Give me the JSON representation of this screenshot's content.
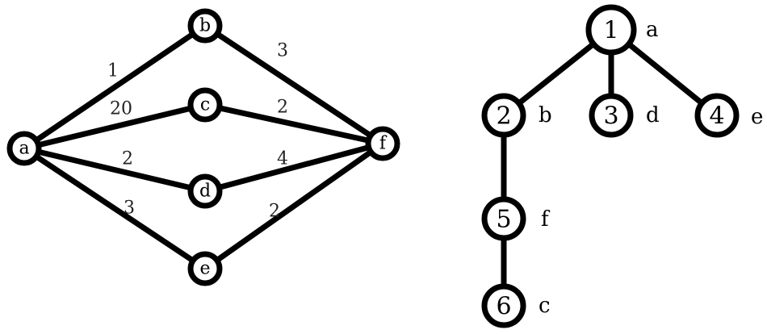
{
  "graph": {
    "nodes": [
      {
        "id": "a",
        "label": "a"
      },
      {
        "id": "b",
        "label": "b"
      },
      {
        "id": "c",
        "label": "c"
      },
      {
        "id": "d",
        "label": "d"
      },
      {
        "id": "e",
        "label": "e"
      },
      {
        "id": "f",
        "label": "f"
      }
    ],
    "edges": [
      {
        "from": "a",
        "to": "b",
        "weight": "1"
      },
      {
        "from": "a",
        "to": "c",
        "weight": "20"
      },
      {
        "from": "a",
        "to": "d",
        "weight": "2"
      },
      {
        "from": "a",
        "to": "e",
        "weight": "3"
      },
      {
        "from": "b",
        "to": "f",
        "weight": "3"
      },
      {
        "from": "c",
        "to": "f",
        "weight": "2"
      },
      {
        "from": "d",
        "to": "f",
        "weight": "4"
      },
      {
        "from": "e",
        "to": "f",
        "weight": "2"
      }
    ]
  },
  "tree": {
    "nodes": [
      {
        "id": "1",
        "label": "1",
        "name": "a"
      },
      {
        "id": "2",
        "label": "2",
        "name": "b"
      },
      {
        "id": "3",
        "label": "3",
        "name": "d"
      },
      {
        "id": "4",
        "label": "4",
        "name": "e"
      },
      {
        "id": "5",
        "label": "5",
        "name": "f"
      },
      {
        "id": "6",
        "label": "6",
        "name": "c"
      }
    ],
    "edges": [
      {
        "from": "1",
        "to": "2"
      },
      {
        "from": "1",
        "to": "3"
      },
      {
        "from": "1",
        "to": "4"
      },
      {
        "from": "2",
        "to": "5"
      },
      {
        "from": "5",
        "to": "6"
      }
    ]
  }
}
